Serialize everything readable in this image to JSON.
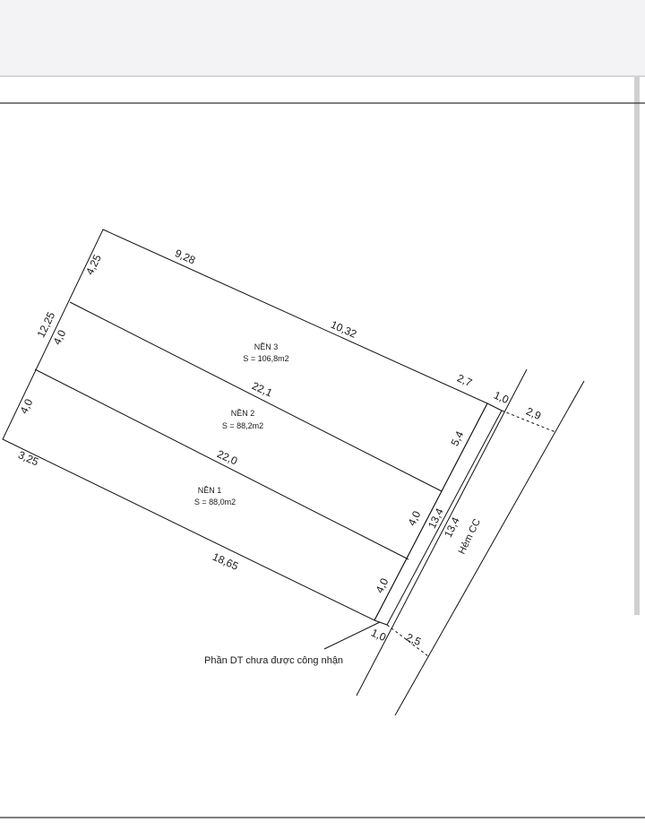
{
  "lots": [
    {
      "name": "NỀN 3",
      "area": "S = 106,8m2"
    },
    {
      "name": "NỀN 2",
      "area": "S = 88,2m2"
    },
    {
      "name": "NỀN 1",
      "area": "S = 88,0m2"
    }
  ],
  "dims": {
    "top_left": "9,28",
    "top_right": "10,32",
    "top_corner": "2,7",
    "left_top": "4,25",
    "left_total": "12,25",
    "left_mid": "4,0",
    "left_low": "4,0",
    "left_bottom": "3,25",
    "div_upper": "22,1",
    "div_lower": "22,0",
    "bottom": "18,65",
    "right_top": "5,4",
    "right_mid": "4,0",
    "right_low": "4,0",
    "strip_top": "1,0",
    "strip_bottom": "1,0",
    "strip_len": "13,4",
    "road_len": "13,4",
    "road_top_width": "2,9",
    "road_bottom_width": "2,5"
  },
  "road_label": "Hẻm CC",
  "note": "Phần DT chưa được công nhận"
}
